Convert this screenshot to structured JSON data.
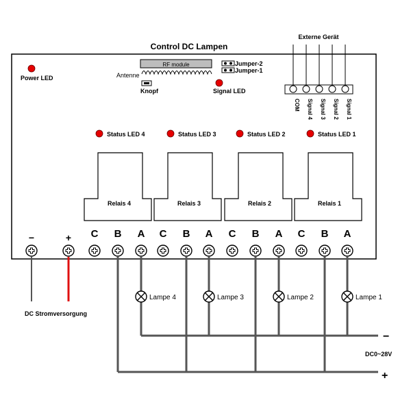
{
  "title": "Control DC Lampen",
  "labels": {
    "external_device": "Externe Gerät",
    "rf_module": "RF module",
    "antenna": "Antenne",
    "button": "Knopf",
    "jumper2": "Jumper-2",
    "jumper1": "Jumper-1",
    "power_led": "Power LED",
    "signal_led": "Signal LED",
    "power_supply": "DC Stromversorgung",
    "load_voltage": "DC0~28V",
    "minus": "−",
    "plus": "+"
  },
  "signal_pins": [
    "COM",
    "Signal 4",
    "Signal 3",
    "Signal 2",
    "Signal 1"
  ],
  "status_leds": [
    "Status LED 4",
    "Status LED 3",
    "Status LED 2",
    "Status LED 1"
  ],
  "relays": [
    {
      "name": "Relais 4",
      "lamp": "Lampe 4"
    },
    {
      "name": "Relais 3",
      "lamp": "Lampe 3"
    },
    {
      "name": "Relais 2",
      "lamp": "Lampe 2"
    },
    {
      "name": "Relais 1",
      "lamp": "Lampe 1"
    }
  ],
  "terminal_letters": [
    "C",
    "B",
    "A"
  ],
  "power_terminals": [
    "−",
    "+"
  ],
  "colors": {
    "led": "#e60000",
    "positive_wire": "#e01010",
    "wire": "#555555"
  }
}
